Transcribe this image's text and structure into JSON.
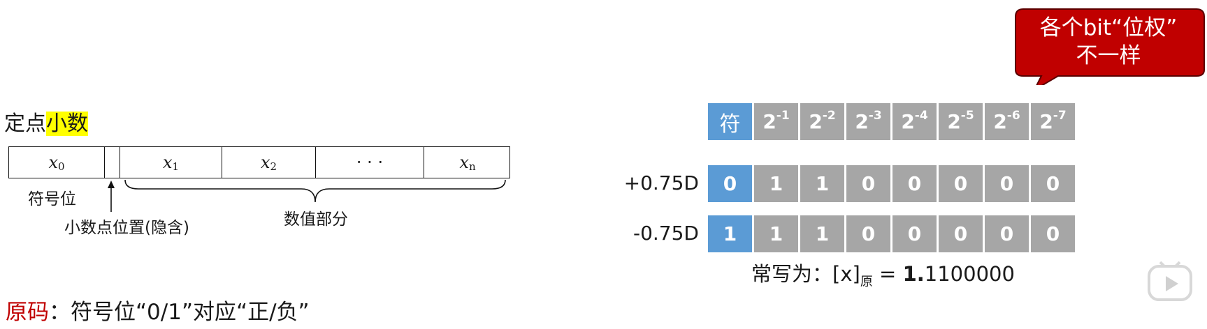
{
  "left": {
    "title_plain": "定点",
    "title_highlight": "小数",
    "cells": [
      "x",
      "",
      "x",
      "x",
      "· · ·",
      "x"
    ],
    "subs": [
      "0",
      "",
      "1",
      "2",
      "",
      "n"
    ],
    "sign_label": "符号位",
    "point_label": "小数点位置(隐含)",
    "value_label": "数值部分"
  },
  "bottom": {
    "red": "原码",
    "rest": "：符号位“0/1”对应“正/负”"
  },
  "bubble": {
    "line1": "各个bit“位权”",
    "line2": "不一样"
  },
  "table": {
    "header": [
      "符",
      "2",
      "2",
      "2",
      "2",
      "2",
      "2",
      "2"
    ],
    "header_sup": [
      "",
      "-1",
      "-2",
      "-3",
      "-4",
      "-5",
      "-6",
      "-7"
    ],
    "rows": [
      {
        "label": "+0.75D",
        "bits": [
          "0",
          "1",
          "1",
          "0",
          "0",
          "0",
          "0",
          "0"
        ]
      },
      {
        "label": "-0.75D",
        "bits": [
          "1",
          "1",
          "1",
          "0",
          "0",
          "0",
          "0",
          "0"
        ]
      }
    ],
    "note_prefix": "常写为：",
    "note_x": "[x]",
    "note_sub": "原",
    "note_eq": " = ",
    "note_bold": "1.",
    "note_rest": "1100000"
  },
  "colors": {
    "sign_cell": "#5b9bd5",
    "bit_cell": "#a6a6a6",
    "bubble": "#c00000",
    "highlight": "#ffff00"
  }
}
